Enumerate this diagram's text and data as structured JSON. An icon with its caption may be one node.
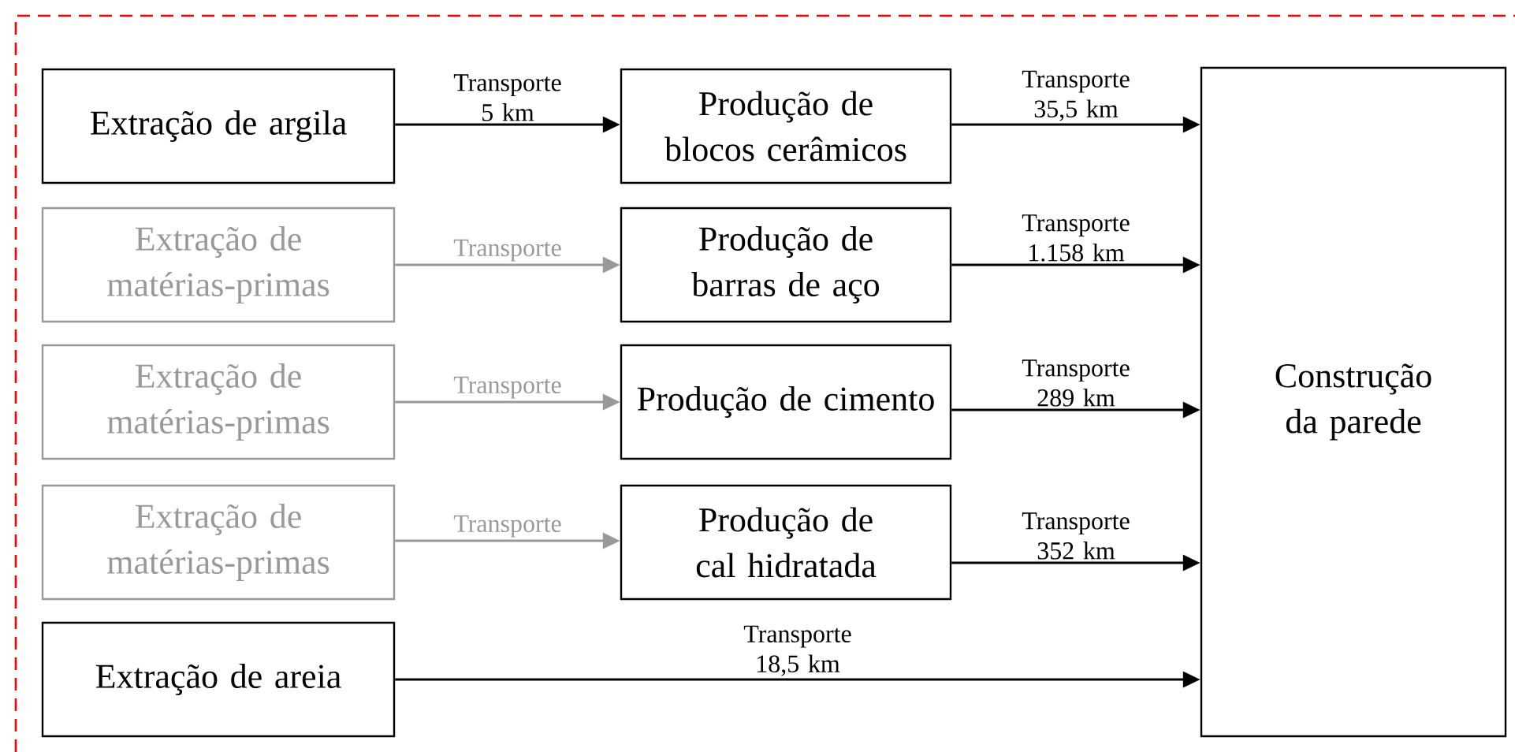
{
  "diagram": {
    "nodes": [
      {
        "text": [
          "Extração de argila"
        ]
      },
      {
        "text": [
          "Extração de matérias-primas"
        ]
      },
      {
        "text": [
          "Extração de matérias-primas"
        ]
      },
      {
        "text": [
          "Extração de matérias-primas"
        ]
      },
      {
        "text": [
          "Extração de areia"
        ]
      },
      {
        "text": [
          "Produção de blocos cerâmicos"
        ]
      },
      {
        "text": [
          "Produção de barras de aço"
        ]
      },
      {
        "text": [
          "Produção de cimento"
        ]
      },
      {
        "text": [
          "Produção de cal hidratada"
        ]
      },
      {
        "text": [
          "Construção da parede"
        ]
      }
    ],
    "edges": [
      {
        "from": 0,
        "to": 5,
        "arrow": "to",
        "label": "Transporte 5 km"
      },
      {
        "from": 1,
        "to": 6,
        "arrow": "to",
        "label": "Transporte",
        "color": "#999999"
      },
      {
        "from": 2,
        "to": 7,
        "arrow": "to",
        "label": "Transporte",
        "color": "#999999"
      },
      {
        "from": 3,
        "to": 8,
        "arrow": "to",
        "label": "Transporte",
        "color": "#999999"
      },
      {
        "from": 5,
        "to": 9,
        "arrow": "to",
        "label": "Transporte 35,5 km"
      },
      {
        "from": 6,
        "to": 9,
        "arrow": "to",
        "label": "Transporte 1.158 km"
      },
      {
        "from": 7,
        "to": 9,
        "arrow": "to",
        "label": "Transporte 289 km"
      },
      {
        "from": 8,
        "to": 9,
        "arrow": "to",
        "label": "Transporte 352 km"
      },
      {
        "from": 4,
        "to": 9,
        "arrow": "to",
        "label": "Transporte 18,5 km"
      }
    ]
  }
}
